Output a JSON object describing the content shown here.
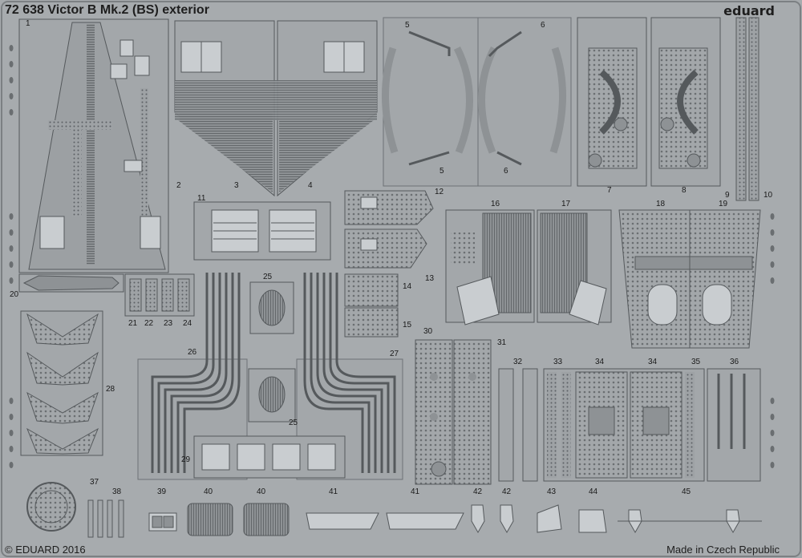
{
  "sheet": {
    "title": "72 638 Victor B Mk.2 (BS) exterior",
    "brand": "eduard",
    "copyright": "© EDUARD 2016",
    "origin": "Made in Czech Republic"
  },
  "part_numbers": [
    {
      "id": "p1",
      "label": "1"
    },
    {
      "id": "p2",
      "label": "2"
    },
    {
      "id": "p3",
      "label": "3"
    },
    {
      "id": "p4",
      "label": "4"
    },
    {
      "id": "p5a",
      "label": "5"
    },
    {
      "id": "p5b",
      "label": "5"
    },
    {
      "id": "p6a",
      "label": "6"
    },
    {
      "id": "p6b",
      "label": "6"
    },
    {
      "id": "p7",
      "label": "7"
    },
    {
      "id": "p8",
      "label": "8"
    },
    {
      "id": "p9",
      "label": "9"
    },
    {
      "id": "p10",
      "label": "10"
    },
    {
      "id": "p11",
      "label": "11"
    },
    {
      "id": "p12",
      "label": "12"
    },
    {
      "id": "p13",
      "label": "13"
    },
    {
      "id": "p14",
      "label": "14"
    },
    {
      "id": "p15",
      "label": "15"
    },
    {
      "id": "p16",
      "label": "16"
    },
    {
      "id": "p17",
      "label": "17"
    },
    {
      "id": "p18",
      "label": "18"
    },
    {
      "id": "p19",
      "label": "19"
    },
    {
      "id": "p20",
      "label": "20"
    },
    {
      "id": "p21",
      "label": "21"
    },
    {
      "id": "p22",
      "label": "22"
    },
    {
      "id": "p23",
      "label": "23"
    },
    {
      "id": "p24",
      "label": "24"
    },
    {
      "id": "p25a",
      "label": "25"
    },
    {
      "id": "p25b",
      "label": "25"
    },
    {
      "id": "p26",
      "label": "26"
    },
    {
      "id": "p27",
      "label": "27"
    },
    {
      "id": "p28",
      "label": "28"
    },
    {
      "id": "p29",
      "label": "29"
    },
    {
      "id": "p30",
      "label": "30"
    },
    {
      "id": "p31",
      "label": "31"
    },
    {
      "id": "p32",
      "label": "32"
    },
    {
      "id": "p33",
      "label": "33"
    },
    {
      "id": "p34a",
      "label": "34"
    },
    {
      "id": "p34b",
      "label": "34"
    },
    {
      "id": "p35",
      "label": "35"
    },
    {
      "id": "p36",
      "label": "36"
    },
    {
      "id": "p37",
      "label": "37"
    },
    {
      "id": "p38",
      "label": "38"
    },
    {
      "id": "p39",
      "label": "39"
    },
    {
      "id": "p40a",
      "label": "40"
    },
    {
      "id": "p40b",
      "label": "40"
    },
    {
      "id": "p41a",
      "label": "41"
    },
    {
      "id": "p41b",
      "label": "41"
    },
    {
      "id": "p42a",
      "label": "42"
    },
    {
      "id": "p42b",
      "label": "42"
    },
    {
      "id": "p43",
      "label": "43"
    },
    {
      "id": "p44",
      "label": "44"
    },
    {
      "id": "p45",
      "label": "45"
    }
  ],
  "colors": {
    "fret": "#a7abae",
    "part": "#a3a7aa",
    "edge": "#55595c",
    "dark": "#6e7275",
    "light": "#c9cdd0",
    "text": "#1e1e1e"
  }
}
